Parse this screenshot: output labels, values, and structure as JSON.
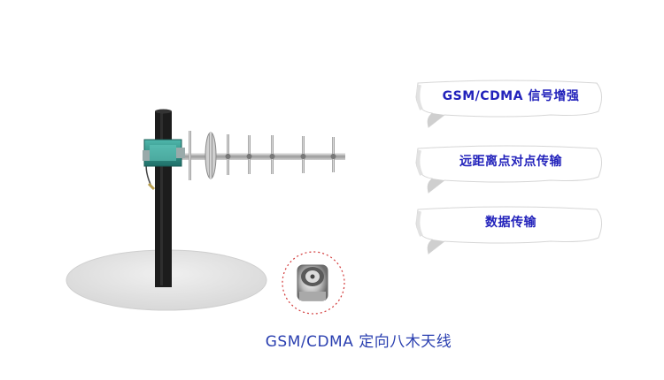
{
  "features": [
    {
      "label": "GSM/CDMA 信号增强"
    },
    {
      "label": "远距离点对点传输"
    },
    {
      "label": "数据传输"
    }
  ],
  "caption": "GSM/CDMA  定向八木天线",
  "colors": {
    "ribbon_text": "#2222bb",
    "caption_text": "#2a3fb0",
    "pole": "#1a1a1a",
    "mount_bracket": "#2f9a8f",
    "platform": "#e4e4e4",
    "connector_ring": "#d23a3a"
  }
}
